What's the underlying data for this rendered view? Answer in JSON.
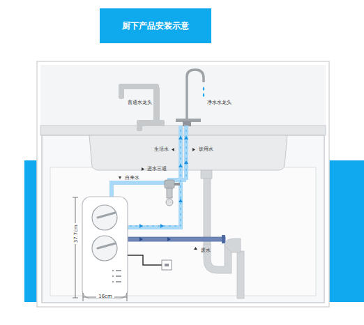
{
  "diagram": {
    "title": "厨下产品安装示意",
    "labels": [
      "普通水龙头",
      "净水水龙头",
      "生活水",
      "饮用水",
      "进水三通",
      "自来水",
      "37.7cm",
      "废水",
      "16cm"
    ]
  }
}
